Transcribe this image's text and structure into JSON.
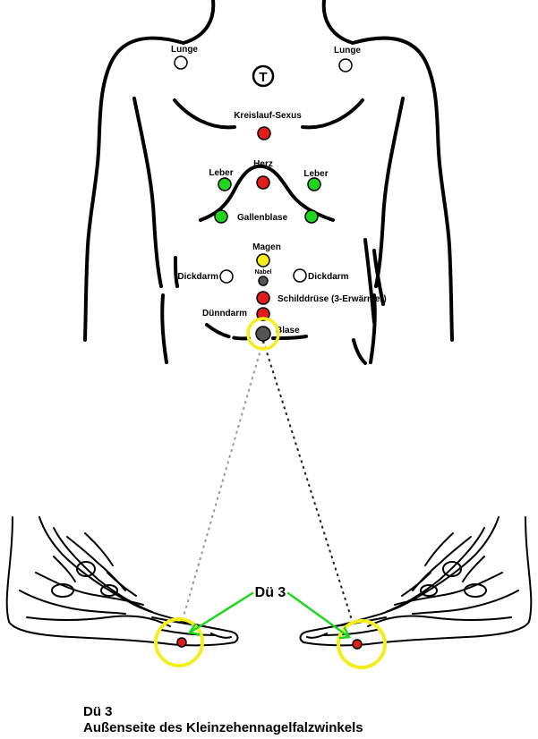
{
  "colors": {
    "red": "#e21b1b",
    "green": "#1fd61f",
    "yellow": "#f3ee1c",
    "gray": "#555555",
    "highlight": "#f3ee1c",
    "arrow": "#1fd61f"
  },
  "torso": {
    "throat_symbol": "T",
    "points": {
      "lunge_left": {
        "label": "Lunge",
        "color": "white"
      },
      "lunge_right": {
        "label": "Lunge",
        "color": "white"
      },
      "kreislauf": {
        "label": "Kreislauf-Sexus",
        "color": "red"
      },
      "herz": {
        "label": "Herz",
        "color": "red"
      },
      "leber_left": {
        "label": "Leber",
        "color": "green"
      },
      "leber_right": {
        "label": "Leber",
        "color": "green"
      },
      "galle_left": {
        "label": "Gallenblase",
        "color": "green"
      },
      "galle_right": {
        "label": "",
        "color": "green"
      },
      "magen": {
        "label": "Magen",
        "color": "yellow"
      },
      "nabel": {
        "label": "Nabel",
        "color": "gray"
      },
      "dick_left": {
        "label": "Dickdarm",
        "color": "white"
      },
      "dick_right": {
        "label": "Dickdarm",
        "color": "white"
      },
      "schild": {
        "label": "Schilddrüse (3-Erwärmer)",
        "color": "red"
      },
      "duenn": {
        "label": "Dünndarm",
        "color": "red"
      },
      "blase": {
        "label": "Blase",
        "color": "gray"
      }
    }
  },
  "feet": {
    "point_label": "Dü 3"
  },
  "caption": {
    "line1": "Dü 3",
    "line2": "Außenseite des Kleinzehennagelfalzwinkels"
  }
}
